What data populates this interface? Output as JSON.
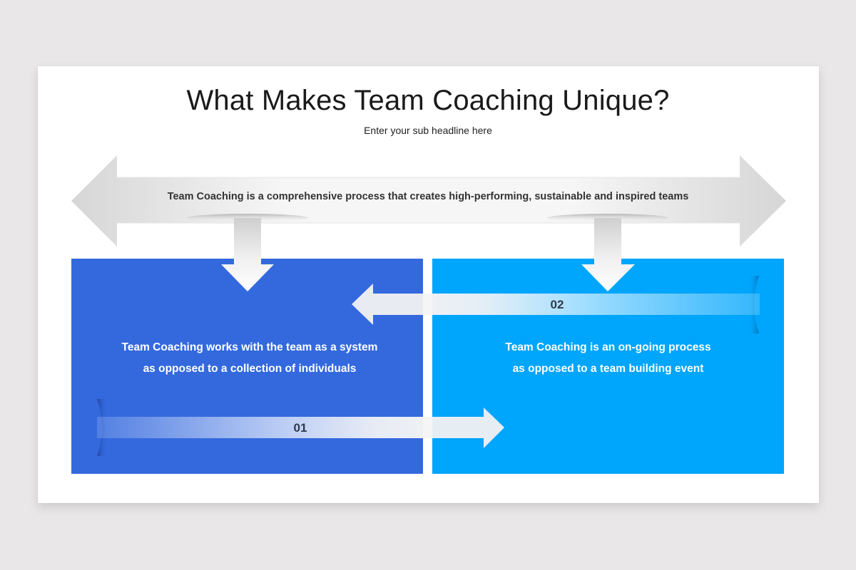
{
  "slide": {
    "title": "What Makes Team Coaching Unique?",
    "subtitle": "Enter your sub headline here",
    "banner_text": "Team Coaching is a comprehensive process that creates high-performing, sustainable and inspired teams",
    "colors": {
      "background": "#e9e7e8",
      "slide": "#ffffff",
      "box_left": "#3469de",
      "box_right": "#00a5fc",
      "arrow_gray": "#d9d9d9",
      "number_text": "#2f3a4a"
    },
    "boxes": [
      {
        "id": "left",
        "number": "01",
        "text": "Team Coaching works with the team as a system as opposed to a collection of individuals",
        "arrow_direction": "right"
      },
      {
        "id": "right",
        "number": "02",
        "text": "Team Coaching is an on-going process as opposed to a team building event",
        "arrow_direction": "left"
      }
    ]
  }
}
